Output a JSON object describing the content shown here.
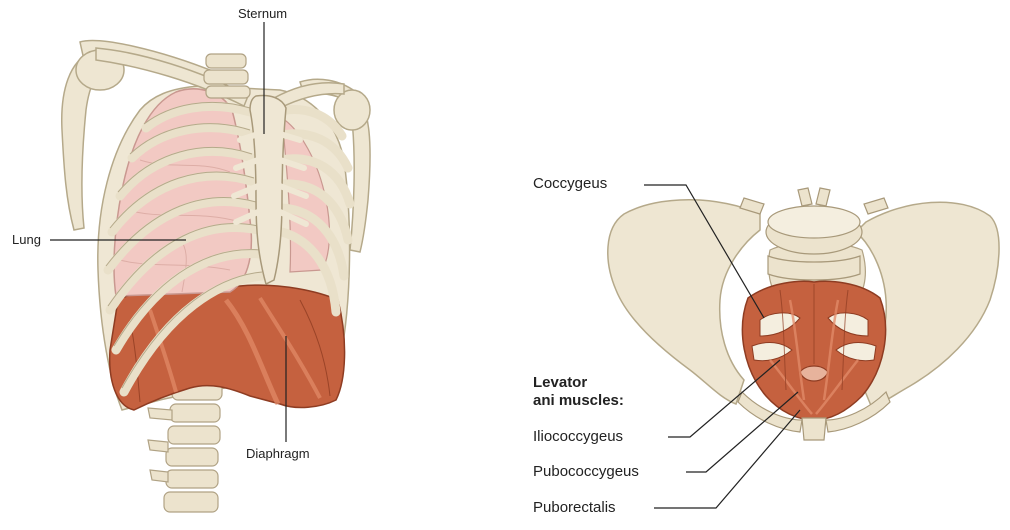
{
  "thorax": {
    "labels": {
      "sternum": "Sternum",
      "lung": "Lung",
      "diaphragm": "Diaphragm"
    },
    "colors": {
      "bone": "#eee6d2",
      "bone_outline": "#b5a98a",
      "lung": "#f2c9c3",
      "muscle": "#c5613f"
    }
  },
  "pelvis": {
    "labels": {
      "coccygeus": "Coccygeus",
      "levator_line1": "Levator",
      "levator_line2": "ani muscles:",
      "iliococcygeus": "Iliococcygeus",
      "pubococcygeus": "Pubococcygeus",
      "puborectalis": "Puborectalis"
    },
    "colors": {
      "bone": "#eee6d2",
      "muscle": "#c5613f"
    }
  }
}
